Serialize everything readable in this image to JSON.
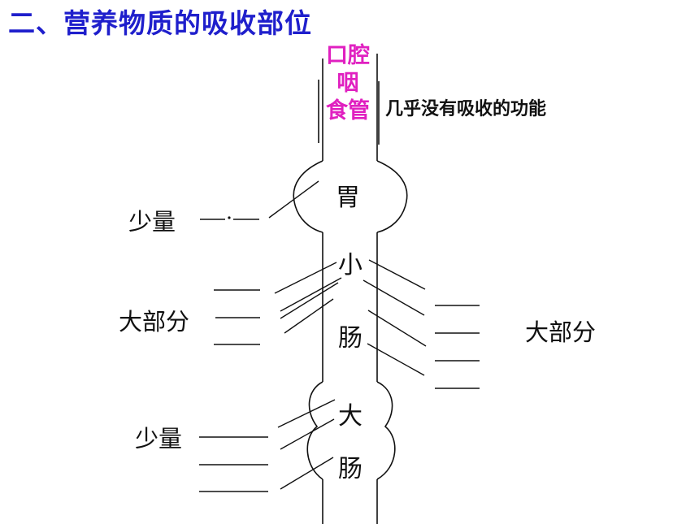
{
  "title": "二、营养物质的吸收部位",
  "upper_tract": {
    "mouth": "口腔",
    "pharynx": "咽",
    "esophagus": "食管",
    "note": "几乎没有吸收的功能"
  },
  "stomach": {
    "label": "胃",
    "side_label": "少量"
  },
  "small_intestine": {
    "label_top": "小",
    "label_bottom": "肠",
    "left_label": "大部分",
    "right_label": "大部分"
  },
  "large_intestine": {
    "label_top": "大",
    "label_bottom": "肠",
    "side_label": "少量"
  },
  "colors": {
    "title": "#1f1fcc",
    "highlight": "#e020c0",
    "lines": "#111111"
  }
}
